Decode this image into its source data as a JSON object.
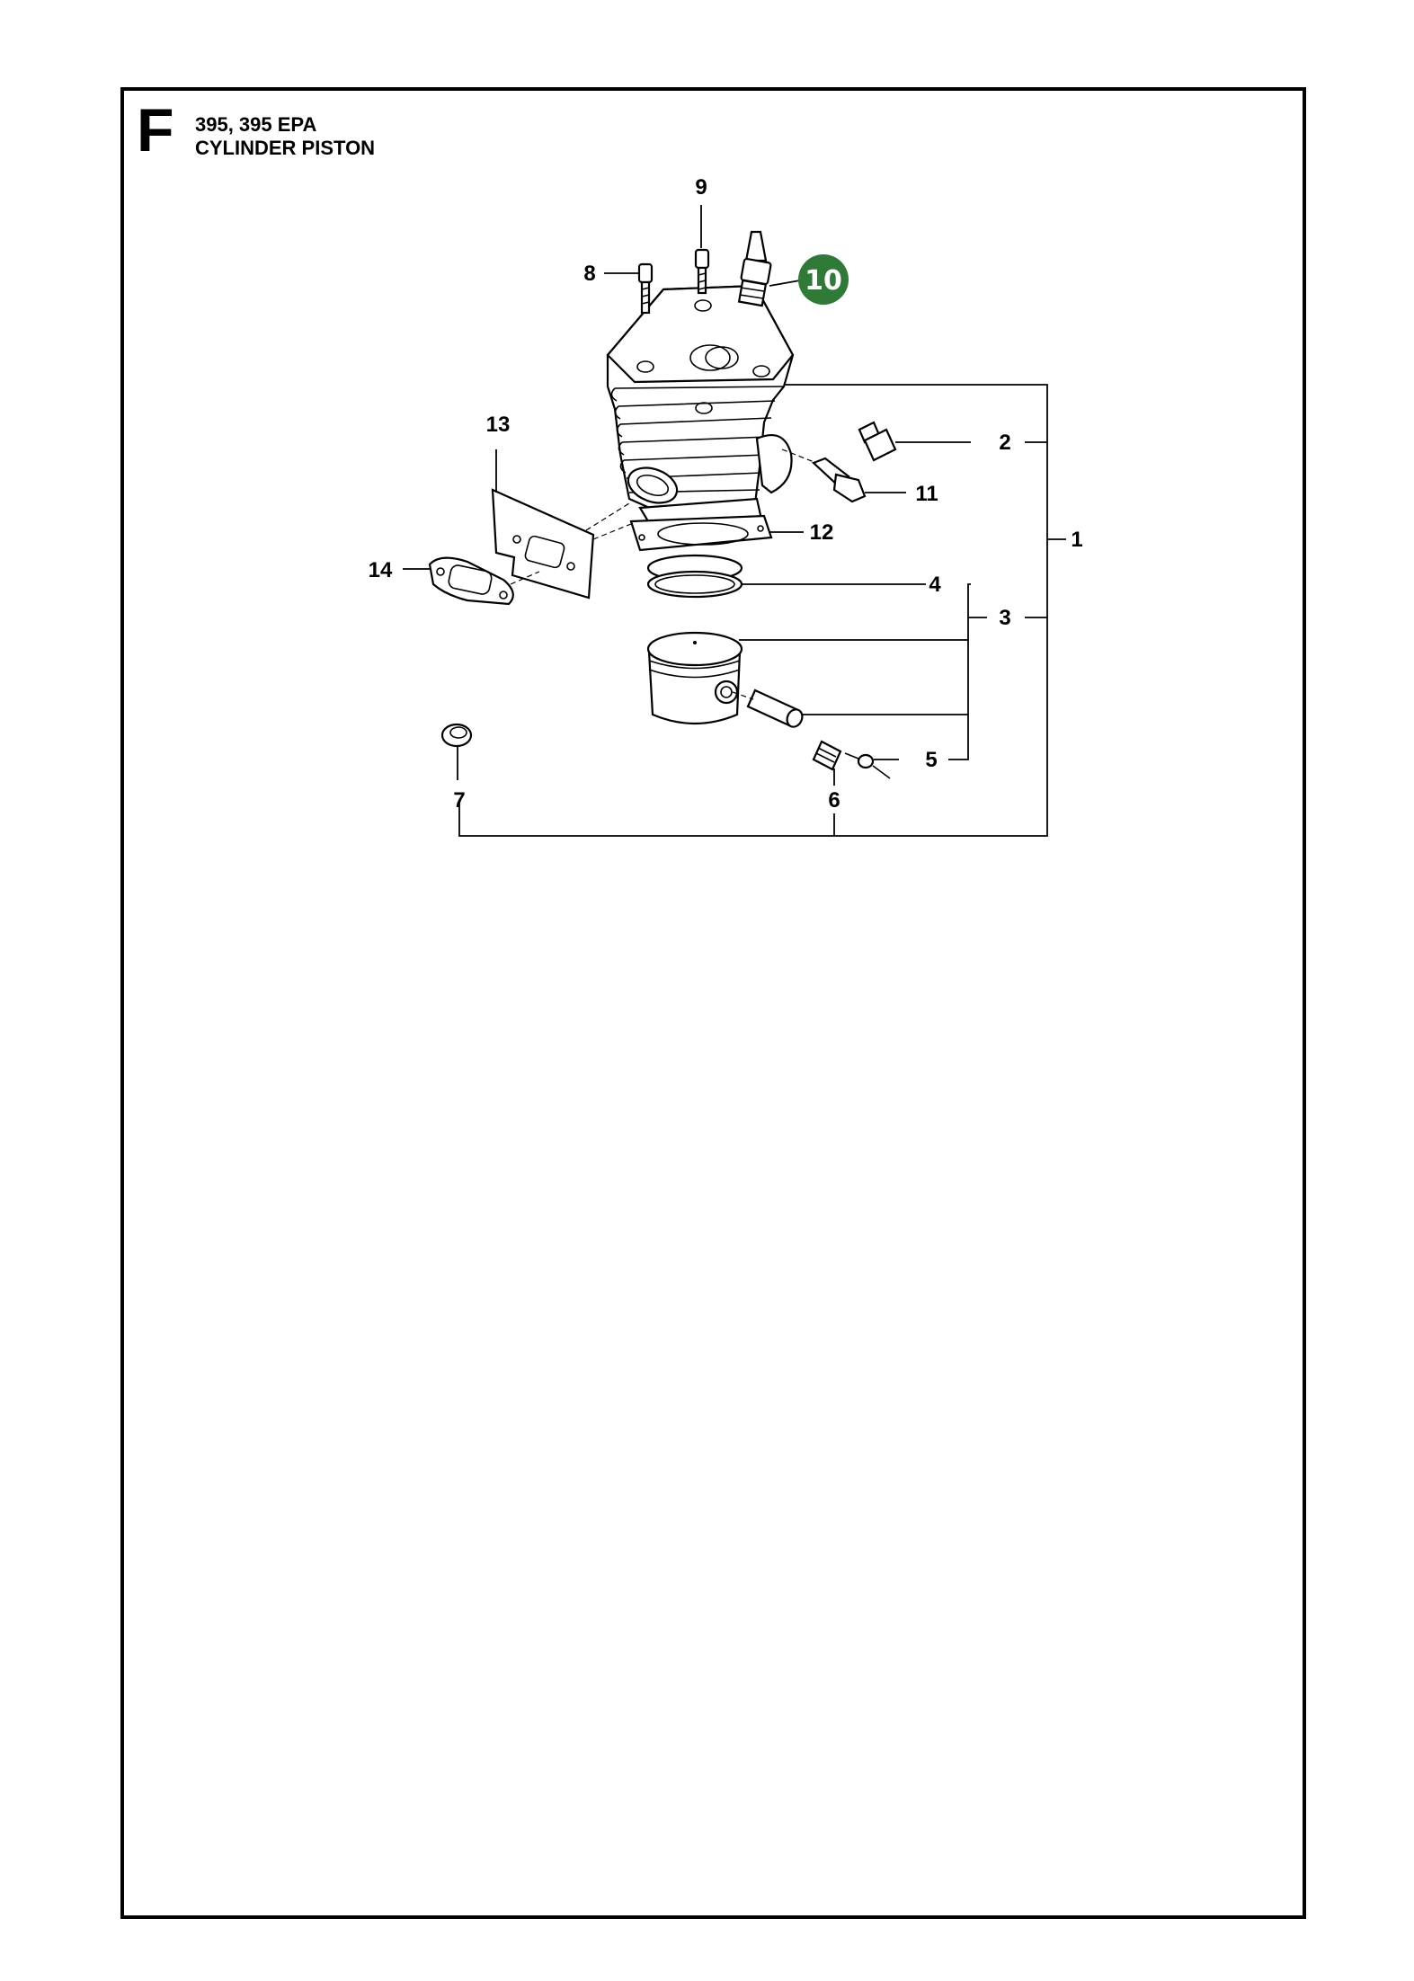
{
  "header": {
    "section_letter": "F",
    "model": "395, 395 EPA",
    "title": "CYLINDER PISTON"
  },
  "callouts": {
    "c1": "1",
    "c2": "2",
    "c3": "3",
    "c4": "4",
    "c5": "5",
    "c6": "6",
    "c7": "7",
    "c8": "8",
    "c9": "9",
    "c10": "10",
    "c11": "11",
    "c12": "12",
    "c13": "13",
    "c14": "14"
  },
  "colors": {
    "highlight_badge": "#2f7a37",
    "line": "#000000",
    "background": "#ffffff"
  }
}
